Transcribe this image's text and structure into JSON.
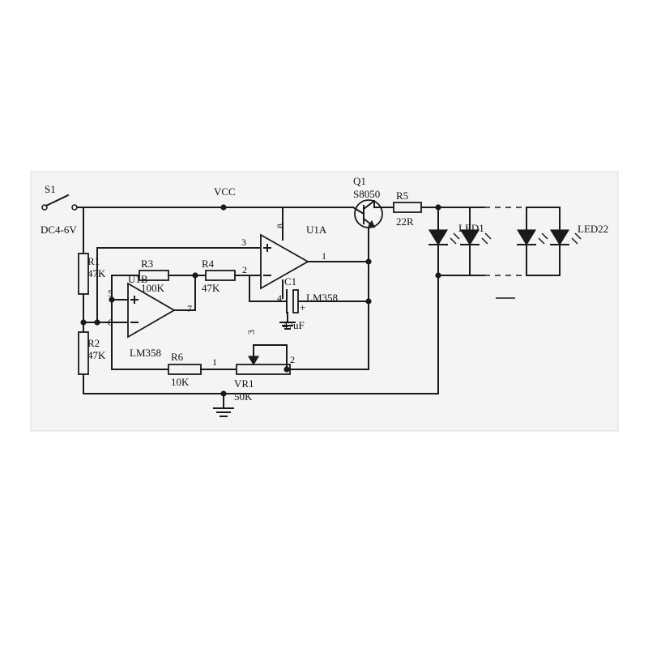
{
  "theme": {
    "ink": "#1a1a1a",
    "panel": "#f3f4f6",
    "page": "#ffffff"
  },
  "labels": {
    "s1": "S1",
    "supply": "DC4-6V",
    "vcc": "VCC",
    "q1": "Q1",
    "q1_part": "S8050",
    "r5": "R5",
    "r5_value": "22R",
    "u1a": "U1A",
    "led1": "LED1",
    "led22": "LED22",
    "r1": "R1",
    "r1_value": "47K",
    "r2": "R2",
    "r2_value": "47K",
    "r3": "R3",
    "r3_value": "100K",
    "u1b": "U1B",
    "r4": "R4",
    "r4_value": "47K",
    "c1": "C1",
    "c1_value": "47uF",
    "lm358_a": "LM358",
    "lm358_b": "LM358",
    "r6": "R6",
    "r6_value": "10K",
    "vr1": "VR1",
    "vr1_value": "50K",
    "plus_sign": "+",
    "pins": {
      "u1a_pin3": "3",
      "u1a_pin2": "2",
      "u1a_pin1": "1",
      "u1a_pin8": "8",
      "u1a_pin4": "4",
      "u1b_pin5": "5",
      "u1b_pin6": "6",
      "u1b_pin7": "7",
      "vr1_pin3": "3",
      "vr1_pin1": "1",
      "vr1_pin2": "2"
    }
  }
}
